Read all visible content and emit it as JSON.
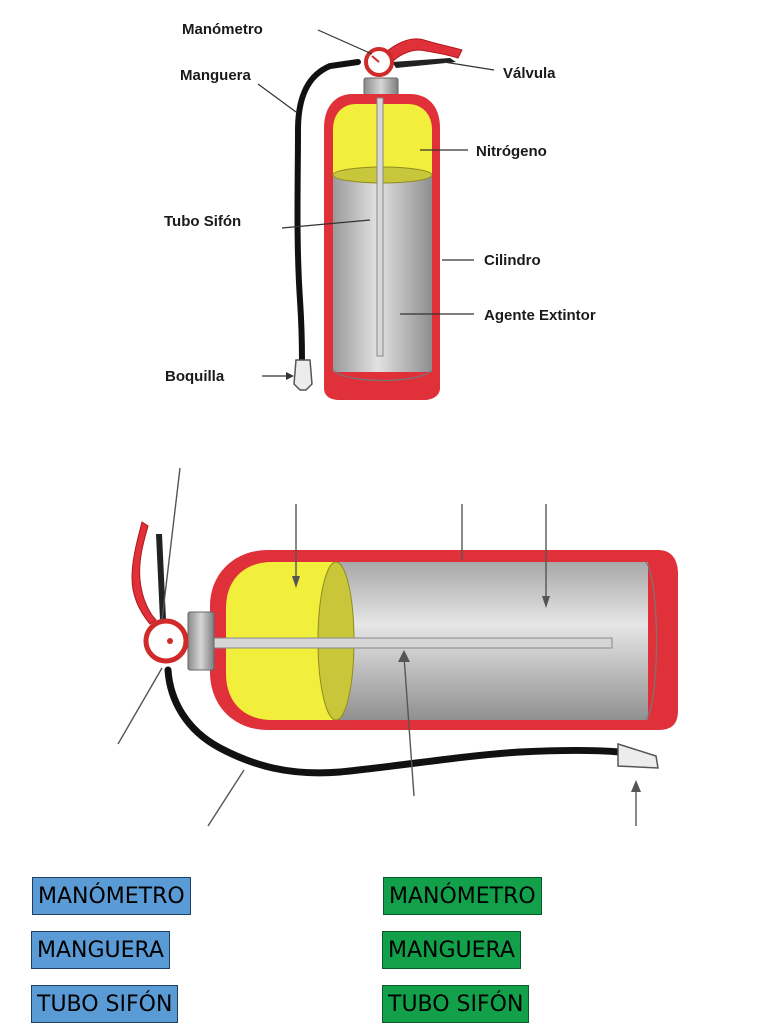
{
  "top_diagram": {
    "labels": {
      "manometro": "Manómetro",
      "manguera": "Manguera",
      "valvula": "Válvula",
      "nitrogeno": "Nitrógeno",
      "tubo_sifon": "Tubo Sifón",
      "cilindro": "Cilindro",
      "agente_extintor": "Agente Extintor",
      "boquilla": "Boquilla"
    }
  },
  "tiles": {
    "blue": [
      "MANÓMETRO",
      "MANGUERA",
      "TUBO SIFÓN"
    ],
    "green": [
      "MANÓMETRO",
      "MANGUERA",
      "TUBO SIFÓN"
    ]
  },
  "colors": {
    "cylinder_red": "#e0303a",
    "nitrogen_yellow": "#f2ee3c",
    "agent_gray": "#b9b9b9",
    "hose_black": "#111111",
    "tile_blue": "#5b9bd5",
    "tile_green": "#12a14a"
  }
}
